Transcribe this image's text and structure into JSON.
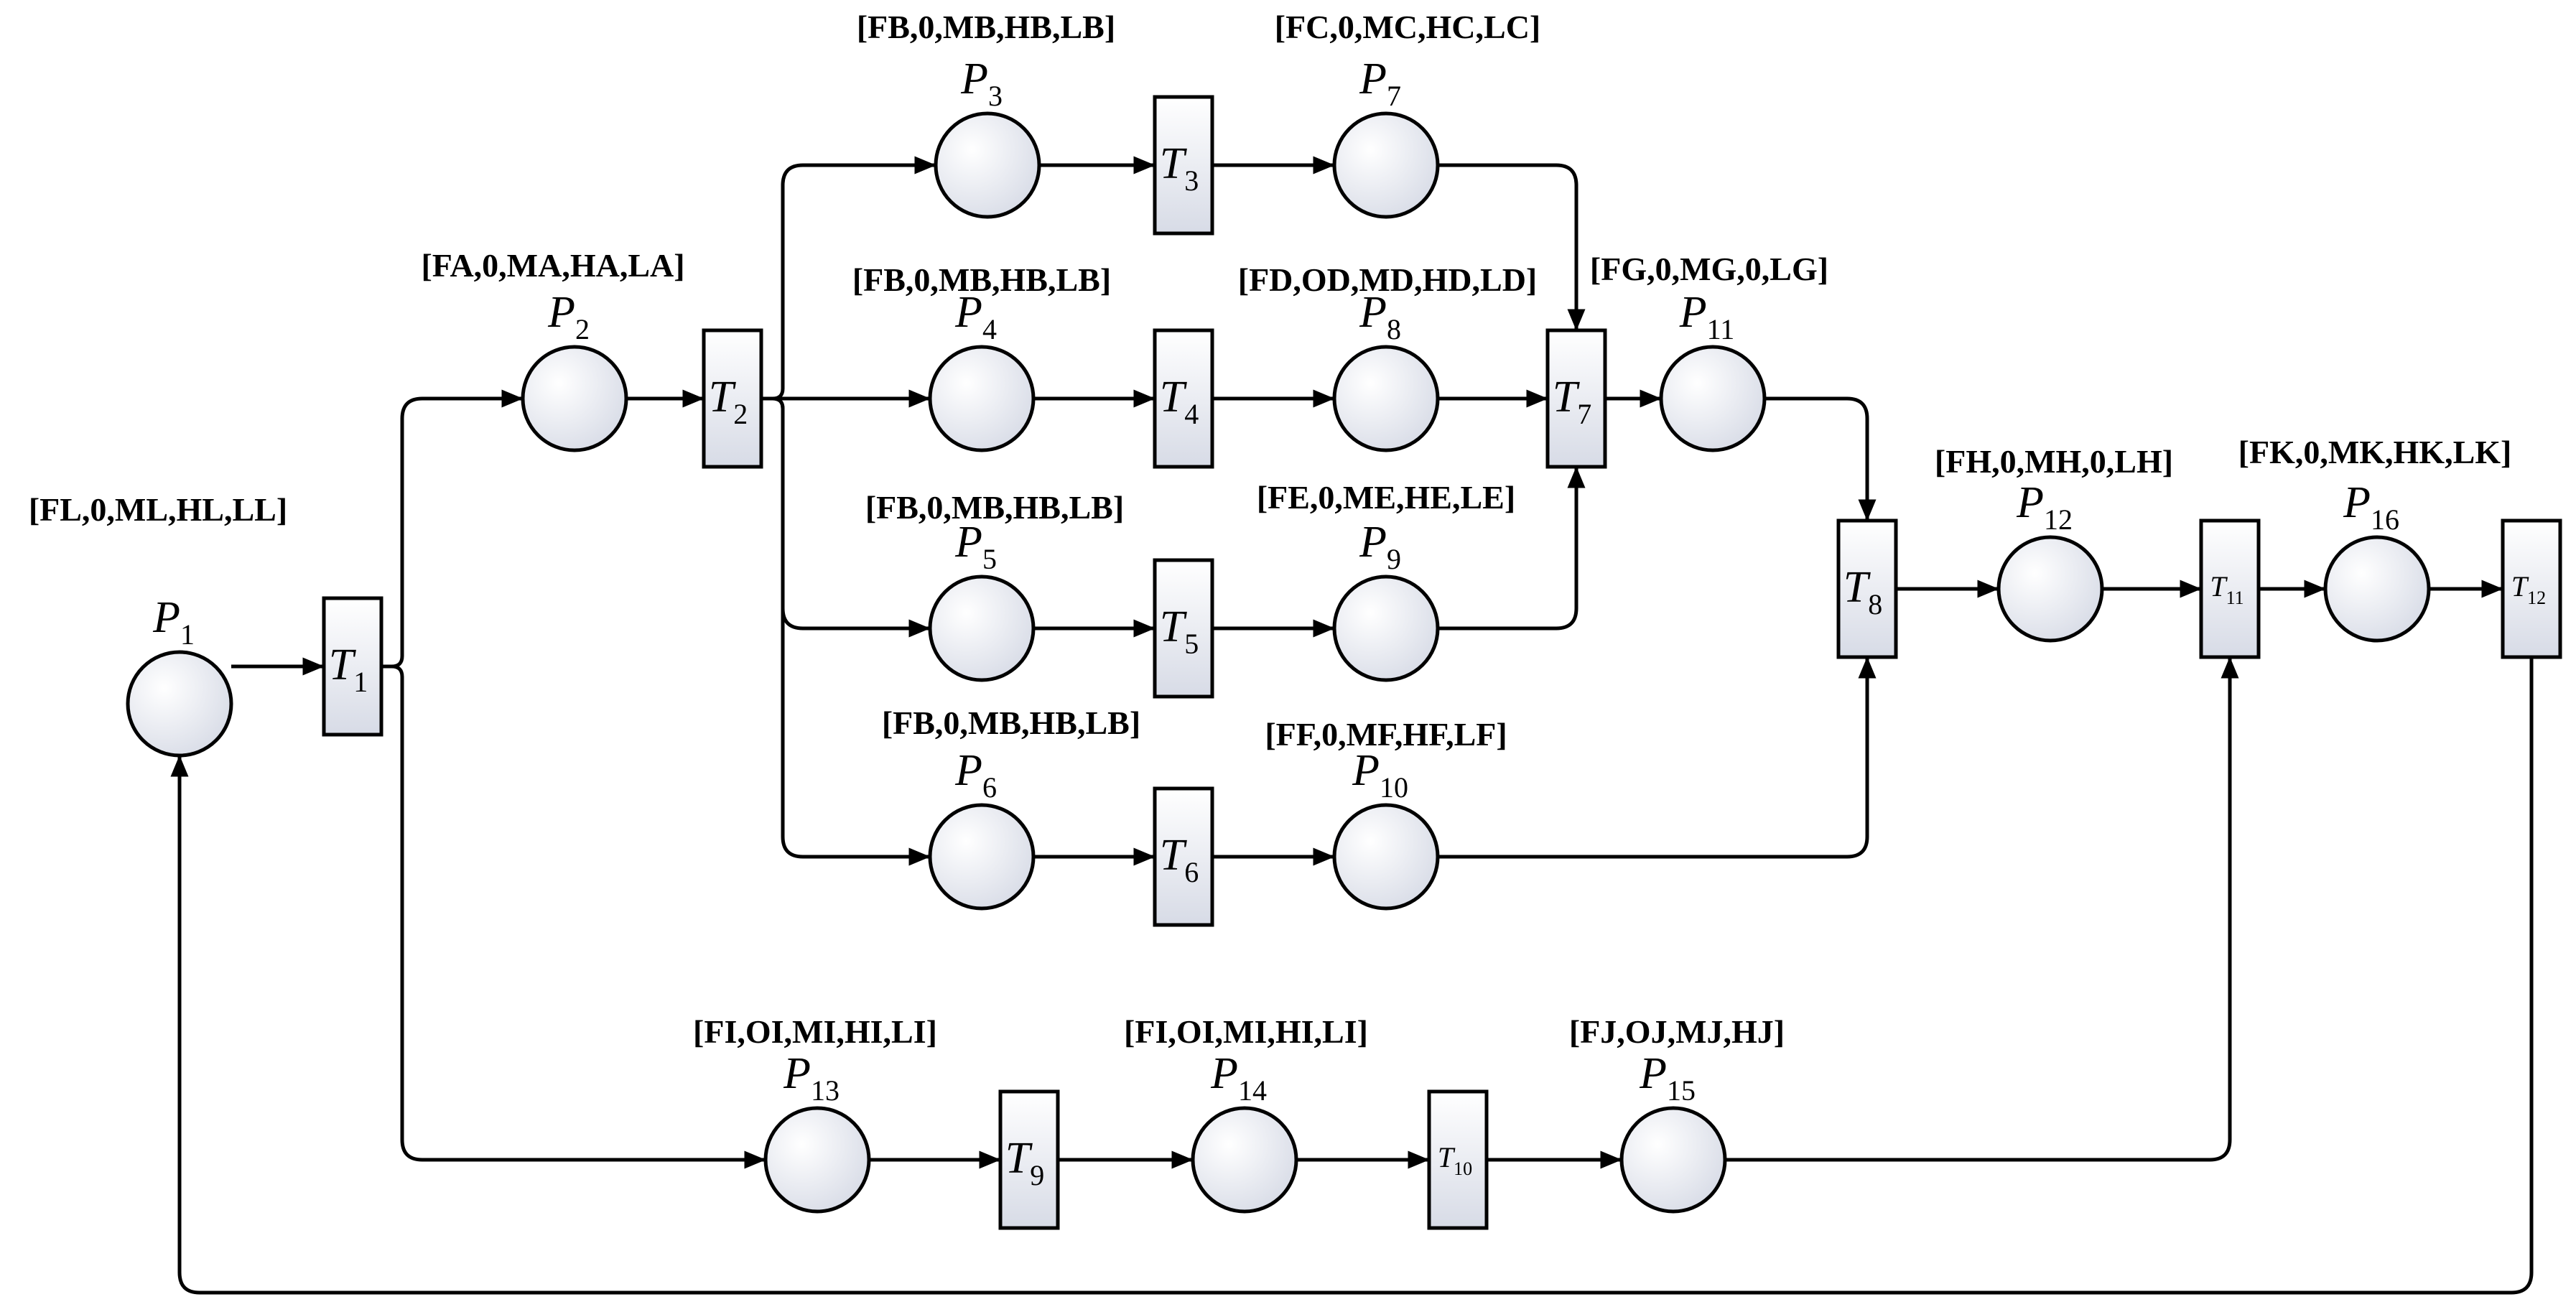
{
  "places": [
    {
      "id": "p1",
      "name": "P",
      "sub": "1",
      "tuple": "[FL,0,ML,HL,LL]"
    },
    {
      "id": "p2",
      "name": "P",
      "sub": "2",
      "tuple": "[FA,0,MA,HA,LA]"
    },
    {
      "id": "p3",
      "name": "P",
      "sub": "3",
      "tuple": "[FB,0,MB,HB,LB]"
    },
    {
      "id": "p4",
      "name": "P",
      "sub": "4",
      "tuple": "[FB,0,MB,HB,LB]"
    },
    {
      "id": "p5",
      "name": "P",
      "sub": "5",
      "tuple": "[FB,0,MB,HB,LB]"
    },
    {
      "id": "p6",
      "name": "P",
      "sub": "6",
      "tuple": "[FB,0,MB,HB,LB]"
    },
    {
      "id": "p7",
      "name": "P",
      "sub": "7",
      "tuple": "[FC,0,MC,HC,LC]"
    },
    {
      "id": "p8",
      "name": "P",
      "sub": "8",
      "tuple": "[FD,OD,MD,HD,LD]"
    },
    {
      "id": "p9",
      "name": "P",
      "sub": "9",
      "tuple": "[FE,0,ME,HE,LE]"
    },
    {
      "id": "p10",
      "name": "P",
      "sub": "10",
      "tuple": "[FF,0,MF,HF,LF]"
    },
    {
      "id": "p11",
      "name": "P",
      "sub": "11",
      "tuple": "[FG,0,MG,0,LG]"
    },
    {
      "id": "p12",
      "name": "P",
      "sub": "12",
      "tuple": "[FH,0,MH,0,LH]"
    },
    {
      "id": "p13",
      "name": "P",
      "sub": "13",
      "tuple": "[FI,OI,MI,HI,LI]"
    },
    {
      "id": "p14",
      "name": "P",
      "sub": "14",
      "tuple": "[FI,OI,MI,HI,LI]"
    },
    {
      "id": "p15",
      "name": "P",
      "sub": "15",
      "tuple": "[FJ,OJ,MJ,HJ]"
    },
    {
      "id": "p16",
      "name": "P",
      "sub": "16",
      "tuple": "[FK,0,MK,HK,LK]"
    }
  ],
  "transitions": [
    {
      "id": "t1",
      "name": "T",
      "sub": "1"
    },
    {
      "id": "t2",
      "name": "T",
      "sub": "2"
    },
    {
      "id": "t3",
      "name": "T",
      "sub": "3"
    },
    {
      "id": "t4",
      "name": "T",
      "sub": "4"
    },
    {
      "id": "t5",
      "name": "T",
      "sub": "5"
    },
    {
      "id": "t6",
      "name": "T",
      "sub": "6"
    },
    {
      "id": "t7",
      "name": "T",
      "sub": "7"
    },
    {
      "id": "t8",
      "name": "T",
      "sub": "8"
    },
    {
      "id": "t9",
      "name": "T",
      "sub": "9"
    },
    {
      "id": "t10",
      "name": "T",
      "sub": "10"
    },
    {
      "id": "t11",
      "name": "T",
      "sub": "11"
    },
    {
      "id": "t12",
      "name": "T",
      "sub": "12"
    }
  ],
  "arcs": [
    [
      "p1",
      "t1"
    ],
    [
      "t1",
      "p2"
    ],
    [
      "t1",
      "p13"
    ],
    [
      "p2",
      "t2"
    ],
    [
      "t2",
      "p3"
    ],
    [
      "t2",
      "p4"
    ],
    [
      "t2",
      "p5"
    ],
    [
      "t2",
      "p6"
    ],
    [
      "p3",
      "t3"
    ],
    [
      "p4",
      "t4"
    ],
    [
      "p5",
      "t5"
    ],
    [
      "p6",
      "t6"
    ],
    [
      "t3",
      "p7"
    ],
    [
      "t4",
      "p8"
    ],
    [
      "t5",
      "p9"
    ],
    [
      "t6",
      "p10"
    ],
    [
      "p7",
      "t7"
    ],
    [
      "p8",
      "t7"
    ],
    [
      "p9",
      "t7"
    ],
    [
      "t7",
      "p11"
    ],
    [
      "p11",
      "t8"
    ],
    [
      "p10",
      "t8"
    ],
    [
      "t8",
      "p12"
    ],
    [
      "p12",
      "t11"
    ],
    [
      "p13",
      "t9"
    ],
    [
      "t9",
      "p14"
    ],
    [
      "p14",
      "t10"
    ],
    [
      "t10",
      "p15"
    ],
    [
      "p15",
      "t11"
    ],
    [
      "t11",
      "p16"
    ],
    [
      "p16",
      "t12"
    ],
    [
      "t12",
      "p1"
    ]
  ],
  "colors": {
    "stroke": "#000000",
    "node_fill_light": "#ffffff",
    "node_fill_dark": "#d7dbe6"
  }
}
